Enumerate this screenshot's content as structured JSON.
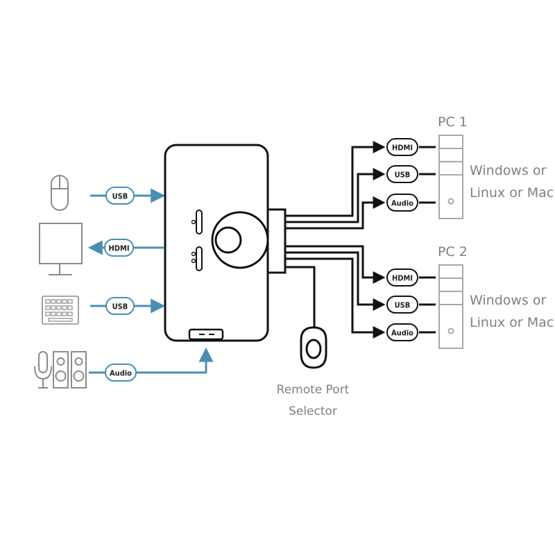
{
  "left_labels": {
    "mouse": "USB",
    "monitor": "HDMI",
    "keyboard": "USB",
    "audio": "Audio"
  },
  "pc1": {
    "title": "PC 1",
    "os_line1": "Windows or",
    "os_line2": "Linux or Mac",
    "ports": [
      "HDMI",
      "USB",
      "Audio"
    ]
  },
  "pc2": {
    "title": "PC 2",
    "os_line1": "Windows or",
    "os_line2": "Linux or Mac",
    "ports": [
      "HDMI",
      "USB",
      "Audio"
    ]
  },
  "remote": {
    "line1": "Remote Port",
    "line2": "Selector"
  },
  "colors": {
    "line_black": "#111111",
    "accent_blue": "#4a8fb0",
    "peripheral_gray": "#8a8a8a",
    "pc_gray": "#a8a8a8"
  }
}
